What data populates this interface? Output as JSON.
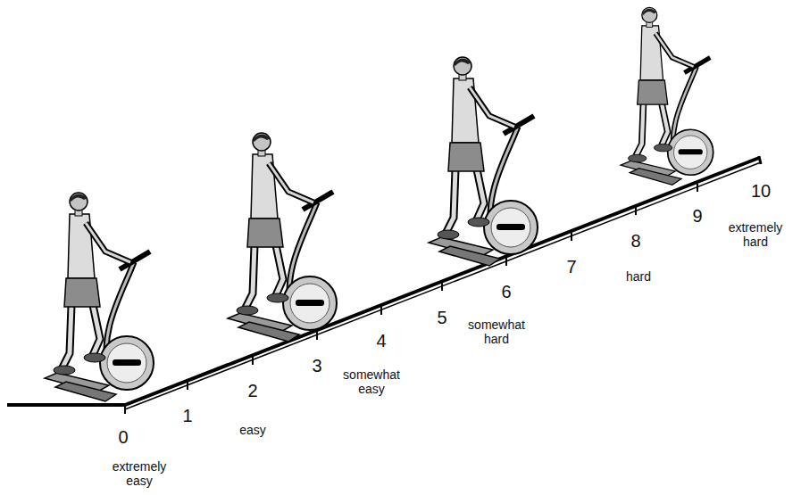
{
  "diagram": {
    "labels": [
      "0",
      "extremely easy",
      "1",
      "2",
      "easy",
      "3",
      "4",
      "somewhat easy",
      "5",
      "6",
      "somewhat hard",
      "7",
      "8",
      "hard",
      "9",
      "10",
      "extremely hard"
    ]
  }
}
